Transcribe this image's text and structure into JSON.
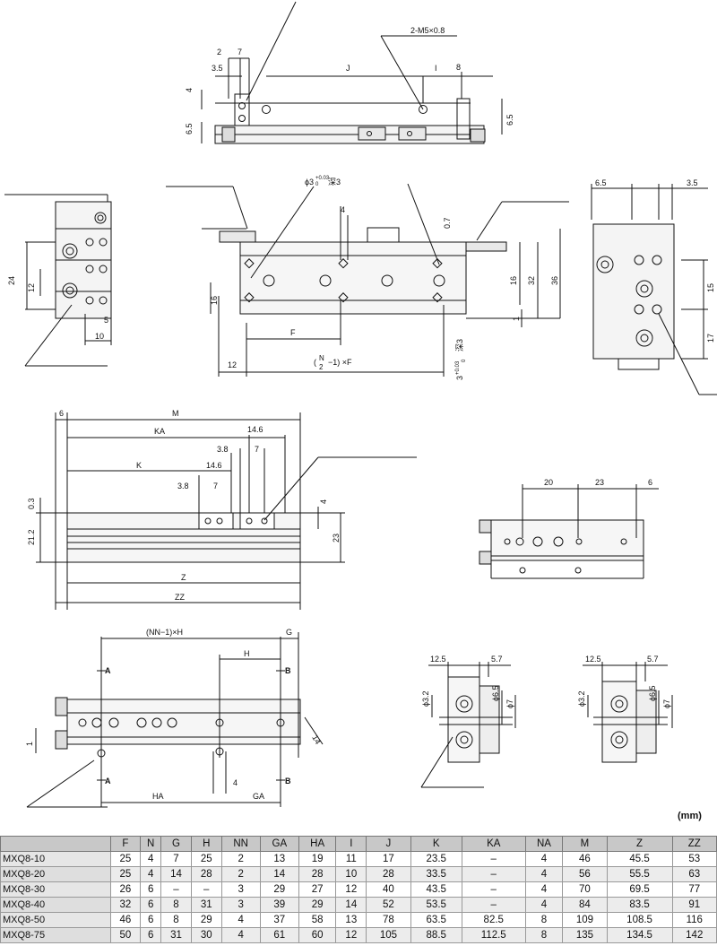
{
  "unit_label": "(mm)",
  "top_view": {
    "port_label": "2-M5×0.8",
    "dims": [
      "2",
      "7",
      "3.5",
      "J",
      "I",
      "8",
      "4",
      "6.5",
      "6.5"
    ]
  },
  "front_view": {
    "hole_label_top": "ϕ3",
    "tolerance_top": "+0.03",
    "tolerance_top_zero": "0",
    "depth_top": "深3",
    "hole_label_bottom": "3",
    "tolerance_bottom": "+0.03",
    "tolerance_bottom_zero": "0",
    "depth_bottom": "深3",
    "formula_prefix": "(",
    "formula_n": "N",
    "formula_two": "2",
    "formula_suffix": "−1) ×F",
    "dims": [
      "4",
      "0.7",
      "16",
      "32",
      "36",
      "16",
      "1",
      "F",
      "12"
    ]
  },
  "left_end_view": {
    "dims": [
      "24",
      "12",
      "5",
      "10"
    ]
  },
  "right_end_view": {
    "dims": [
      "6.5",
      "3.5",
      "15",
      "17"
    ]
  },
  "side_view": {
    "dims": [
      "6",
      "M",
      "KA",
      "14.6",
      "3.8",
      "7",
      "K",
      "14.6",
      "3.8",
      "7",
      "0.3",
      "21.2",
      "4",
      "23",
      "Z",
      "ZZ"
    ]
  },
  "small_view": {
    "dims": [
      "20",
      "23",
      "6"
    ]
  },
  "bottom_view": {
    "formula": "(NN−1)×H",
    "dims": [
      "G",
      "H",
      "A",
      "B",
      "1",
      "14",
      "A",
      "B",
      "4",
      "HA",
      "GA"
    ]
  },
  "section_view_1": {
    "dims": [
      "12.5",
      "5.7",
      "ϕ3.2",
      "ϕ6.5",
      "ϕ7"
    ]
  },
  "section_view_2": {
    "dims": [
      "12.5",
      "5.7",
      "ϕ3.2",
      "ϕ6.5",
      "ϕ7"
    ]
  },
  "table": {
    "headers": [
      "",
      "F",
      "N",
      "G",
      "H",
      "NN",
      "GA",
      "HA",
      "I",
      "J",
      "K",
      "KA",
      "NA",
      "M",
      "Z",
      "ZZ"
    ],
    "rows": [
      [
        "MXQ8-10",
        "25",
        "4",
        "7",
        "25",
        "2",
        "13",
        "19",
        "11",
        "17",
        "23.5",
        "–",
        "4",
        "46",
        "45.5",
        "53"
      ],
      [
        "MXQ8-20",
        "25",
        "4",
        "14",
        "28",
        "2",
        "14",
        "28",
        "10",
        "28",
        "33.5",
        "–",
        "4",
        "56",
        "55.5",
        "63"
      ],
      [
        "MXQ8-30",
        "26",
        "6",
        "–",
        "–",
        "3",
        "29",
        "27",
        "12",
        "40",
        "43.5",
        "–",
        "4",
        "70",
        "69.5",
        "77"
      ],
      [
        "MXQ8-40",
        "32",
        "6",
        "8",
        "31",
        "3",
        "39",
        "29",
        "14",
        "52",
        "53.5",
        "–",
        "4",
        "84",
        "83.5",
        "91"
      ],
      [
        "MXQ8-50",
        "46",
        "6",
        "8",
        "29",
        "4",
        "37",
        "58",
        "13",
        "78",
        "63.5",
        "82.5",
        "8",
        "109",
        "108.5",
        "116"
      ],
      [
        "MXQ8-75",
        "50",
        "6",
        "31",
        "30",
        "4",
        "61",
        "60",
        "12",
        "105",
        "88.5",
        "112.5",
        "8",
        "135",
        "134.5",
        "142"
      ]
    ]
  }
}
